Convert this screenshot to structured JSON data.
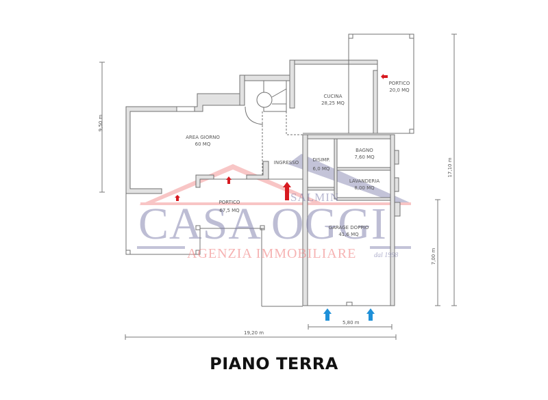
{
  "title": "PIANO TERRA",
  "rooms": [
    {
      "name": "CUCINA",
      "area": "28,25 MQ"
    },
    {
      "name": "PORTICO",
      "area": "20,0 MQ"
    },
    {
      "name": "AREA GIORNO",
      "area": "60 MQ"
    },
    {
      "name": "INGRESSO",
      "area": ""
    },
    {
      "name": "DISIMP.",
      "area": "6,0 MQ"
    },
    {
      "name": "BAGNO",
      "area": "7,60 MQ"
    },
    {
      "name": "LAVANDERIA",
      "area": "8,00 MQ"
    },
    {
      "name": "PORTICO",
      "area": "67,5 MQ"
    },
    {
      "name": "GARAGE DOPPIO",
      "area": "41,6 MQ"
    }
  ],
  "dimensions": {
    "left_height": "9,50 m",
    "right_total_height": "17,10 m",
    "garage_height": "7,00 m",
    "total_width": "19,20 m",
    "garage_width": "5,80 m"
  },
  "watermark": {
    "top": "SALMIN",
    "main": "CASA OGGI",
    "sub": "AGENZIA IMMOBILIARE",
    "since": "dal 1998",
    "red": "#f08080",
    "blue": "#8c8cb4"
  },
  "colors": {
    "wall_fill": "#e2e2e2",
    "wall_stroke": "#707070",
    "entry_arrow": "#d71920",
    "garage_arrow": "#1e90d8"
  }
}
